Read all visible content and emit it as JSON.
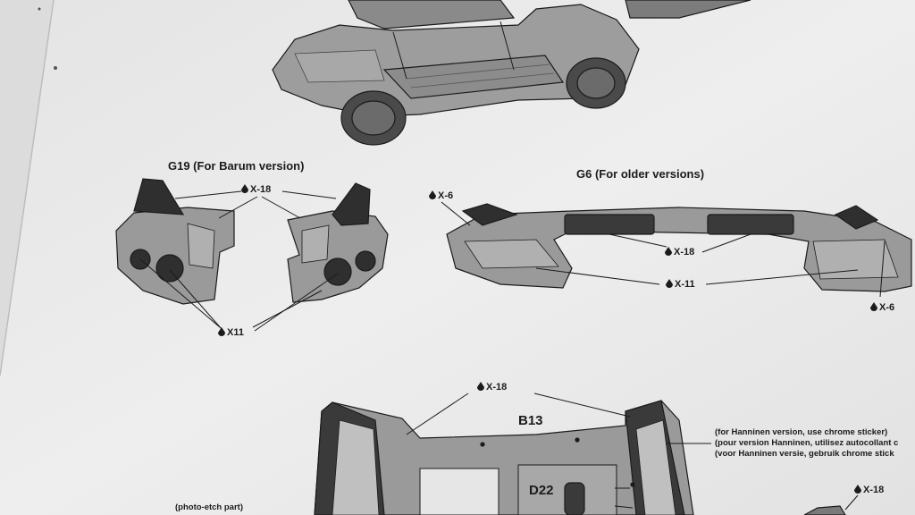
{
  "headings": {
    "g19": "G19 (For Barum version)",
    "g6": "G6 (For older versions)"
  },
  "parts": {
    "b13": "B13",
    "d22": "D22"
  },
  "paint_codes": {
    "x18_g19": "X-18",
    "x11_g19": "X11",
    "x6_g6_left": "X-6",
    "x18_g6": "X-18",
    "x11_g6": "X-11",
    "x6_g6_right": "X-6",
    "x18_b13": "X-18",
    "x18_bottom_right": "X-18"
  },
  "notes": {
    "hanninen_en": "(for Hanninen version, use chrome sticker)",
    "hanninen_fr": "(pour version Hanninen, utilisez autocollant c",
    "hanninen_nl": "(voor Hanninen versie, gebruik chrome stick",
    "photo_etch": "(photo-etch part)"
  },
  "colors": {
    "paper": "#e9e9e9",
    "part_fill": "#9a9a9a",
    "part_dark": "#2f2f2f",
    "line": "#1b1b1b"
  }
}
